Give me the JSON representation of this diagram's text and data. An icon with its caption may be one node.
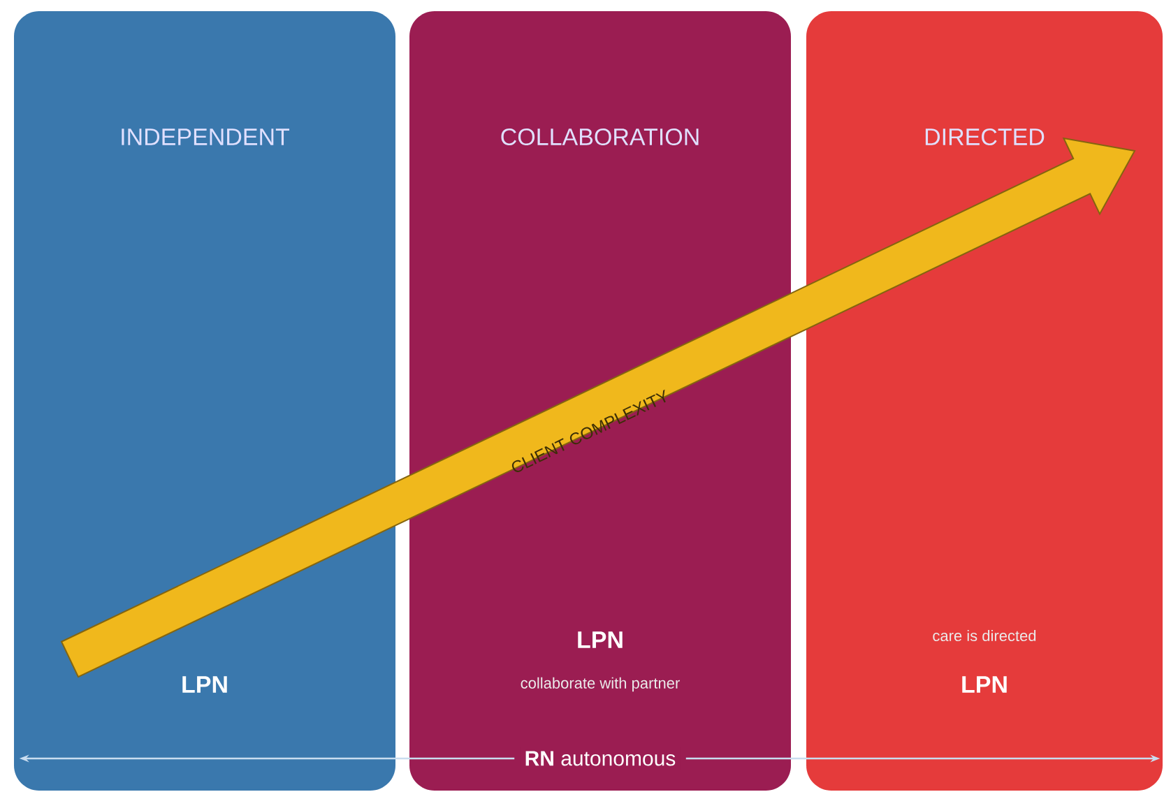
{
  "diagram": {
    "nodes": [
      {
        "text": [
          "INDEPENDENT",
          "LPN"
        ]
      },
      {
        "text": [
          "COLLABORATION",
          "LPN",
          "collaborate with partner"
        ]
      },
      {
        "text": [
          "DIRECTED",
          "care is directed",
          "LPN"
        ]
      },
      {
        "text": [
          "**RN** autonomous"
        ],
        "in": 1
      }
    ],
    "edges": [
      {
        "from": 0,
        "to": 2,
        "arrow": "to",
        "label": "CLIENT COMPLEXITY",
        "style": "thick",
        "color": "#f0b81c"
      },
      {
        "from": 3,
        "to": 0,
        "arrow": "to"
      },
      {
        "from": 3,
        "to": 2,
        "arrow": "to"
      }
    ]
  }
}
